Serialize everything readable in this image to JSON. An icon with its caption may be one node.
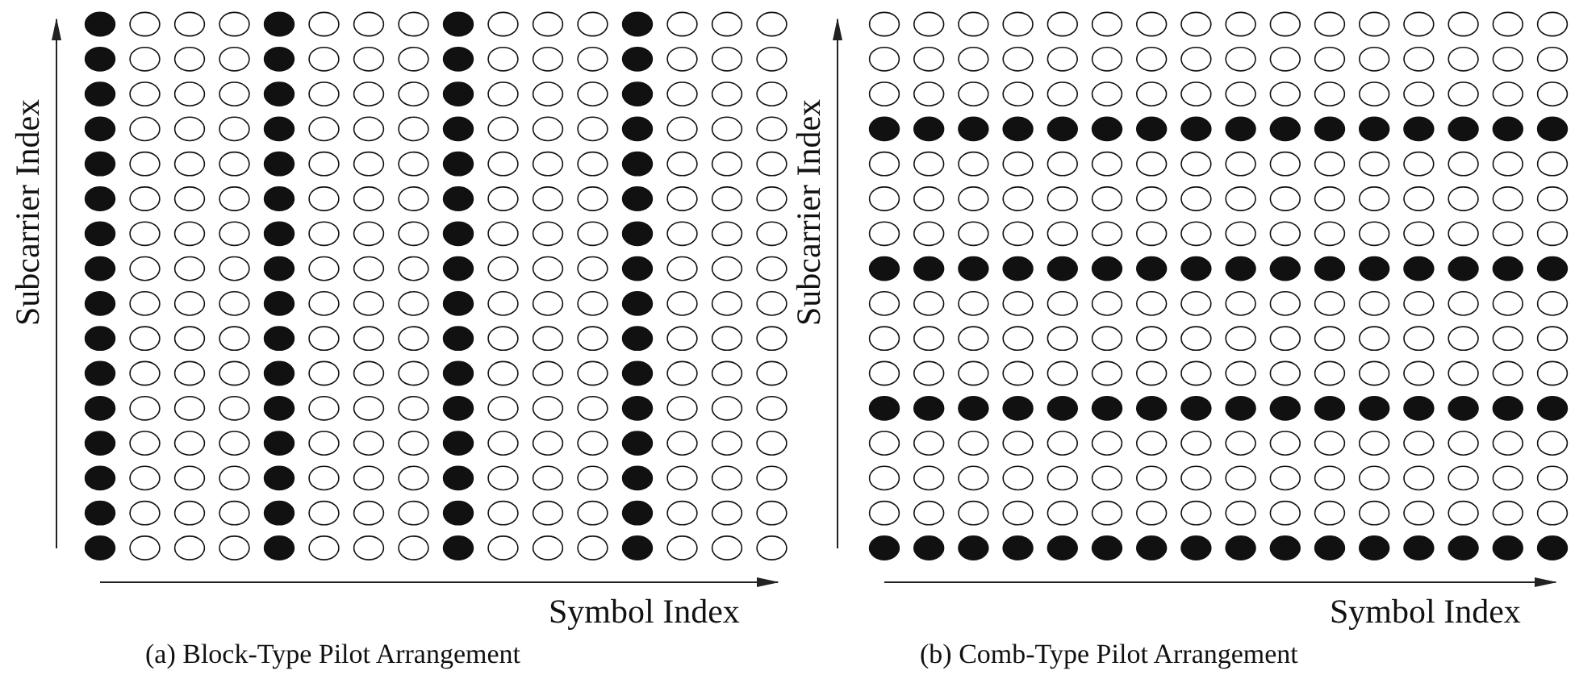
{
  "diagram": {
    "labels": [
      "Subcarrier Index",
      "Symbol Index",
      "(a) Block-Type Pilot Arrangement",
      "Subcarrier Index",
      "Symbol Index",
      "(b) Comb-Type Pilot Arrangement"
    ]
  }
}
